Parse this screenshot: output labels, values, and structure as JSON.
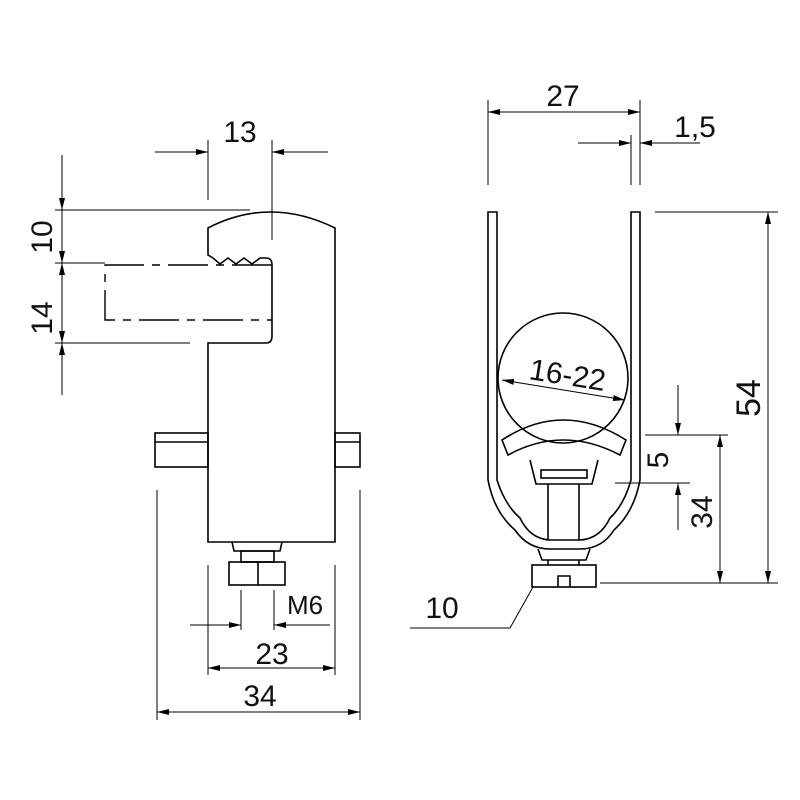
{
  "title": "Pipe clamp technical drawing",
  "side_view": {
    "dim_width_top": "13",
    "dim_height_top": "10",
    "dim_height_slot": "14",
    "dim_thread": "M6",
    "dim_width_mid": "23",
    "dim_width_total": "34"
  },
  "front_view": {
    "dim_width": "27",
    "dim_thickness": "1,5",
    "dim_pipe_range": "16-22",
    "dim_height_total": "54",
    "dim_height_bottom": "34",
    "dim_gap": "5",
    "dim_screw_head": "10"
  }
}
